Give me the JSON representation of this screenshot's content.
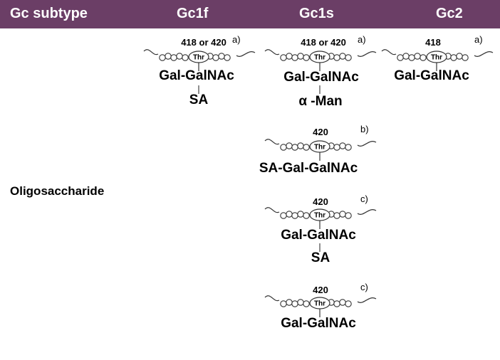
{
  "header": {
    "columns": [
      "Gc subtype",
      "Gc1f",
      "Gc1s",
      "Gc2"
    ],
    "color": "#6b3e66"
  },
  "row_label": "Oligosaccharide",
  "structures": {
    "gc1f_a": {
      "site": "418 or 420",
      "residue": "Thr",
      "note": "a)",
      "chain": "Gal-GalNAc",
      "branch": "SA"
    },
    "gc1s_a": {
      "site": "418 or 420",
      "residue": "Thr",
      "note": "a)",
      "chain": "Gal-GalNAc",
      "branch": "α -Man"
    },
    "gc2_a": {
      "site": "418",
      "residue": "Thr",
      "note": "a)",
      "chain": "Gal-GalNAc"
    },
    "gc1s_b": {
      "site": "420",
      "residue": "Thr",
      "note": "b)",
      "chain": "SA-Gal-GalNAc"
    },
    "gc1s_c1": {
      "site": "420",
      "residue": "Thr",
      "note": "c)",
      "chain": "Gal-GalNAc",
      "branch": "SA"
    },
    "gc1s_c2": {
      "site": "420",
      "residue": "Thr",
      "note": "c)",
      "chain": "Gal-GalNAc"
    }
  }
}
